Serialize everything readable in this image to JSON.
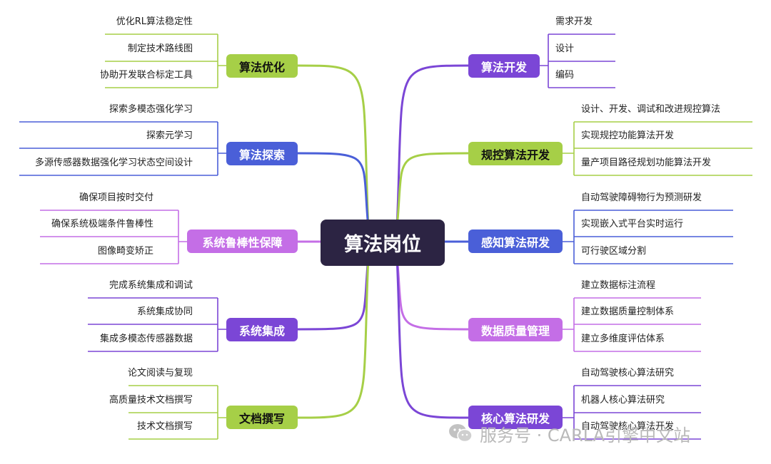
{
  "center": {
    "label": "算法岗位"
  },
  "colors": {
    "center_fill": "#2c2443",
    "green": "#a6cf47",
    "purple": "#7b46d6",
    "blue": "#4a5fd8",
    "violet": "#c46ee6"
  },
  "branches": [
    {
      "id": "algo-dev",
      "side": "right",
      "label": "算法开发",
      "color": "purple",
      "children": [
        "需求开发",
        "设计",
        "编码"
      ]
    },
    {
      "id": "planning-control",
      "side": "right",
      "label": "规控算法开发",
      "color": "green",
      "children": [
        "设计、开发、调试和改进规控算法",
        "实现规控功能算法开发",
        "量产项目路径规划功能算法开发"
      ]
    },
    {
      "id": "perception",
      "side": "right",
      "label": "感知算法研发",
      "color": "blue",
      "children": [
        "自动驾驶障碍物行为预测研发",
        "实现嵌入式平台实时运行",
        "可行驶区域分割"
      ]
    },
    {
      "id": "data-quality",
      "side": "right",
      "label": "数据质量管理",
      "color": "violet",
      "children": [
        "建立数据标注流程",
        "建立数据质量控制体系",
        "建立多维度评估体系"
      ]
    },
    {
      "id": "core-algo",
      "side": "right",
      "label": "核心算法研发",
      "color": "purple",
      "children": [
        "自动驾驶核心算法研究",
        "机器人核心算法研究",
        "自动驾驶核心算法开发"
      ]
    },
    {
      "id": "algo-opt",
      "side": "left",
      "label": "算法优化",
      "color": "green",
      "children": [
        "优化RL算法稳定性",
        "制定技术路线图",
        "协助开发联合标定工具"
      ]
    },
    {
      "id": "algo-explore",
      "side": "left",
      "label": "算法探索",
      "color": "blue",
      "children": [
        "探索多模态强化学习",
        "探索元学习",
        "多源传感器数据强化学习状态空间设计"
      ]
    },
    {
      "id": "robustness",
      "side": "left",
      "label": "系统鲁棒性保障",
      "color": "violet",
      "children": [
        "确保项目按时交付",
        "确保系统极端条件鲁棒性",
        "图像畸变矫正"
      ]
    },
    {
      "id": "integration",
      "side": "left",
      "label": "系统集成",
      "color": "purple",
      "children": [
        "完成系统集成和调试",
        "系统集成协同",
        "集成多模态传感器数据"
      ]
    },
    {
      "id": "docs",
      "side": "left",
      "label": "文档撰写",
      "color": "green",
      "children": [
        "论文阅读与复现",
        "高质量技术文档撰写",
        "技术文档撰写"
      ]
    }
  ],
  "watermark": {
    "text": "服务号 · CARLA引擎中文站"
  }
}
